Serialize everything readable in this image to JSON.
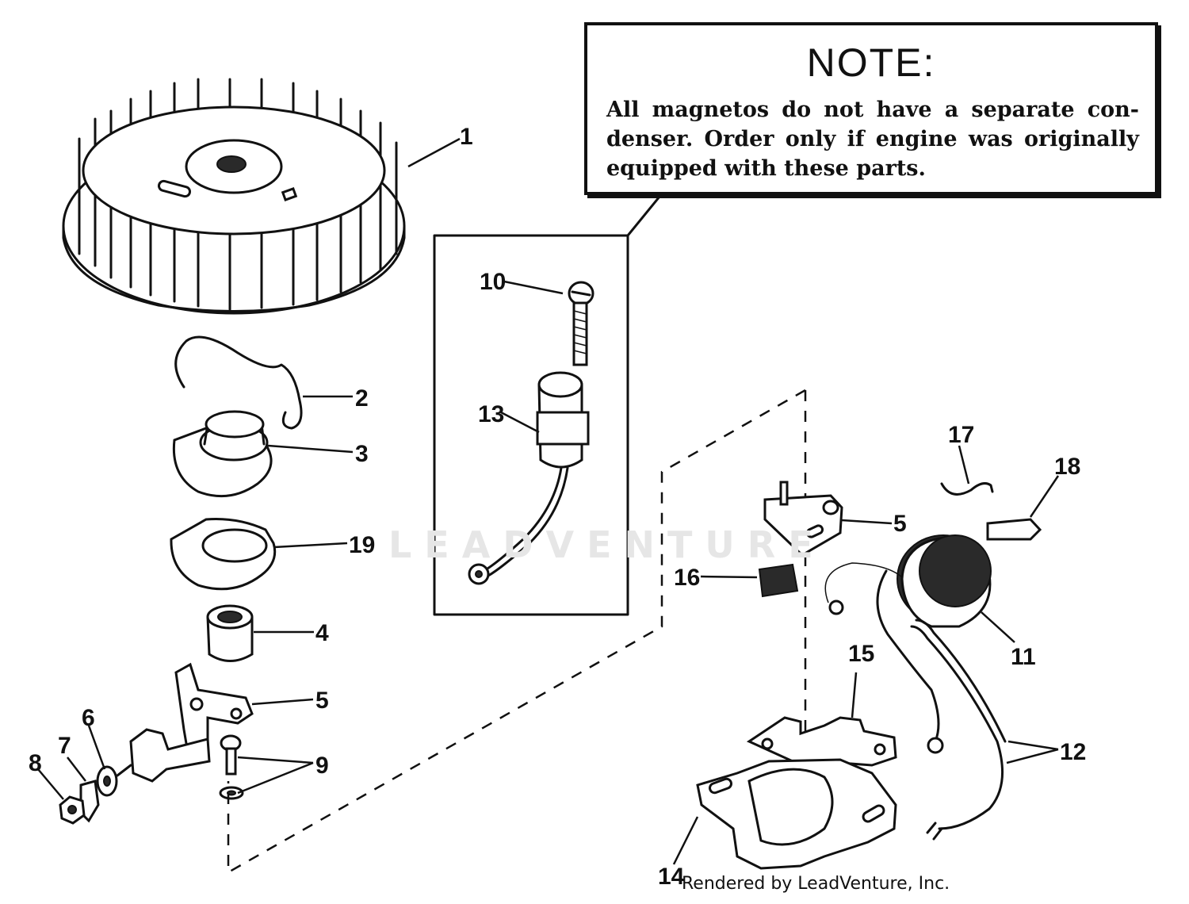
{
  "note": {
    "title": "NOTE:",
    "body": "All magnetos do not have a separate con-denser. Order only if engine was originally equipped with these parts."
  },
  "watermark": "LEADVENTURE",
  "credit": "Rendered by LeadVenture, Inc.",
  "callouts": {
    "c1": "1",
    "c2": "2",
    "c3": "3",
    "c19": "19",
    "c4": "4",
    "c5a": "5",
    "c6": "6",
    "c7": "7",
    "c8": "8",
    "c9": "9",
    "c10": "10",
    "c13": "13",
    "c5b": "5",
    "c16": "16",
    "c17": "17",
    "c18": "18",
    "c11": "11",
    "c15": "15",
    "c12": "12",
    "c14": "14"
  },
  "parts": [
    {
      "number": "1",
      "part": "flywheel"
    },
    {
      "number": "2",
      "part": "spring-clip"
    },
    {
      "number": "3",
      "part": "cam-plate"
    },
    {
      "number": "19",
      "part": "washer-plate"
    },
    {
      "number": "4",
      "part": "bushing"
    },
    {
      "number": "5",
      "part": "breaker-arm-bracket"
    },
    {
      "number": "6",
      "part": "washer"
    },
    {
      "number": "7",
      "part": "terminal-clip"
    },
    {
      "number": "8",
      "part": "nut"
    },
    {
      "number": "9",
      "part": "screw-and-washer"
    },
    {
      "number": "10",
      "part": "condenser-screw"
    },
    {
      "number": "13",
      "part": "condenser"
    },
    {
      "number": "16",
      "part": "felt-pad"
    },
    {
      "number": "17",
      "part": "wire-clip"
    },
    {
      "number": "18",
      "part": "ground-clip"
    },
    {
      "number": "11",
      "part": "coil"
    },
    {
      "number": "15",
      "part": "armature"
    },
    {
      "number": "12",
      "part": "lead-wire"
    },
    {
      "number": "14",
      "part": "magneto-base"
    }
  ],
  "colors": {
    "ink": "#111111",
    "paper": "#ffffff",
    "watermark": "#e6e6e6"
  }
}
